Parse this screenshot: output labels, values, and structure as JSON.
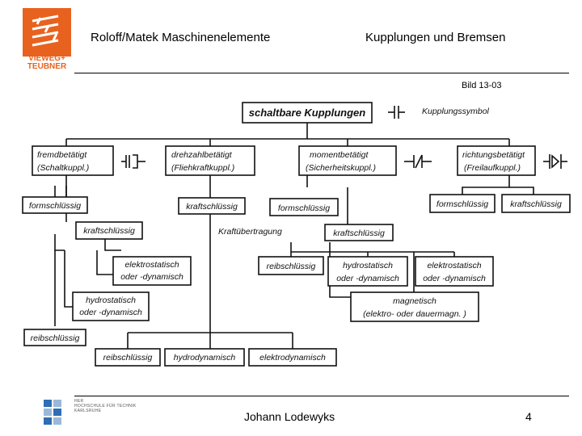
{
  "header": {
    "course": "Roloff/Matek Maschinenelemente",
    "topic": "Kupplungen und Bremsen"
  },
  "logo": {
    "line1": "VIEWEG+",
    "line2": "TEUBNER",
    "color": "#e8621f"
  },
  "figure_label": "Bild 13-03",
  "diagram": {
    "root": "schaltbare Kupplungen",
    "symbol_legend": "Kupplungssymbol",
    "categories": [
      {
        "line1": "fremdbetätigt",
        "line2": "(Schaltkuppl.)"
      },
      {
        "line1": "drehzahlbetätigt",
        "line2": "(Fliehkraftkuppl.)"
      },
      {
        "line1": "momentbetätigt",
        "line2": "(Sicherheitskuppl.)"
      },
      {
        "line1": "richtungsbetätigt",
        "line2": "(Freilaufkuppl.)"
      }
    ],
    "nodes": {
      "fb_formschluessig": "formschlüssig",
      "fb_kraftschluessig": "kraftschlüssig",
      "fb_elektro_1": "elektrostatisch",
      "fb_elektro_2": "oder -dynamisch",
      "fb_hydro_1": "hydrostatisch",
      "fb_hydro_2": "oder -dynamisch",
      "fb_reib": "reibschlüssig",
      "dz_kraftschluessig": "kraftschlüssig",
      "kraftuebertragung": "Kraftübertragung",
      "mb_formschluessig": "formschlüssig",
      "mb_kraftschluessig": "kraftschlüssig",
      "mb_reib": "reibschlüssig",
      "mb_hydro_1": "hydrostatisch",
      "mb_hydro_2": "oder -dynamisch",
      "mb_elektro_1": "elektrostatisch",
      "mb_elektro_2": "oder -dynamisch",
      "mb_magn_1": "magnetisch",
      "mb_magn_2": "(elektro- oder dauermagn. )",
      "rb_formschluessig": "formschlüssig",
      "rb_kraftschluessig": "kraftschlüssig",
      "bottom_reib": "reibschlüssig",
      "bottom_hydro": "hydrodynamisch",
      "bottom_elektro": "elektrodynamisch"
    }
  },
  "footer": {
    "institution_lines": [
      "HER",
      "HOCHSCHULE FÜR TECHNIK",
      "KARLSRUHE"
    ],
    "author": "Johann Lodewyks",
    "page_number": "4"
  },
  "colors": {
    "brand_orange": "#e8621f",
    "hs_blue": "#2f6db5"
  }
}
